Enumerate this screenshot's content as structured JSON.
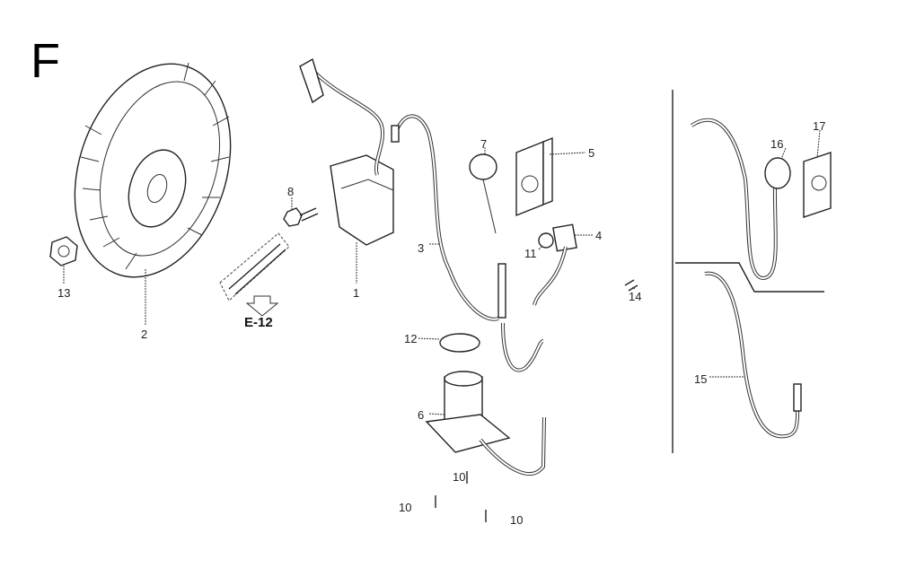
{
  "section_letter": "F",
  "reference": "E-12",
  "callouts": {
    "flywheel_nut": "13",
    "flywheel": "2",
    "bolt": "8",
    "ignition_coil": "1",
    "wire_3": "3",
    "switch_7": "7",
    "bracket_5": "5",
    "part_4": "4",
    "part_11": "11",
    "screw_14": "14",
    "o_ring": "12",
    "solenoid": "6",
    "screw_a": "10",
    "screw_b": "10",
    "screw_c": "10",
    "switch_16": "16",
    "bracket_17": "17",
    "wire_15": "15"
  }
}
